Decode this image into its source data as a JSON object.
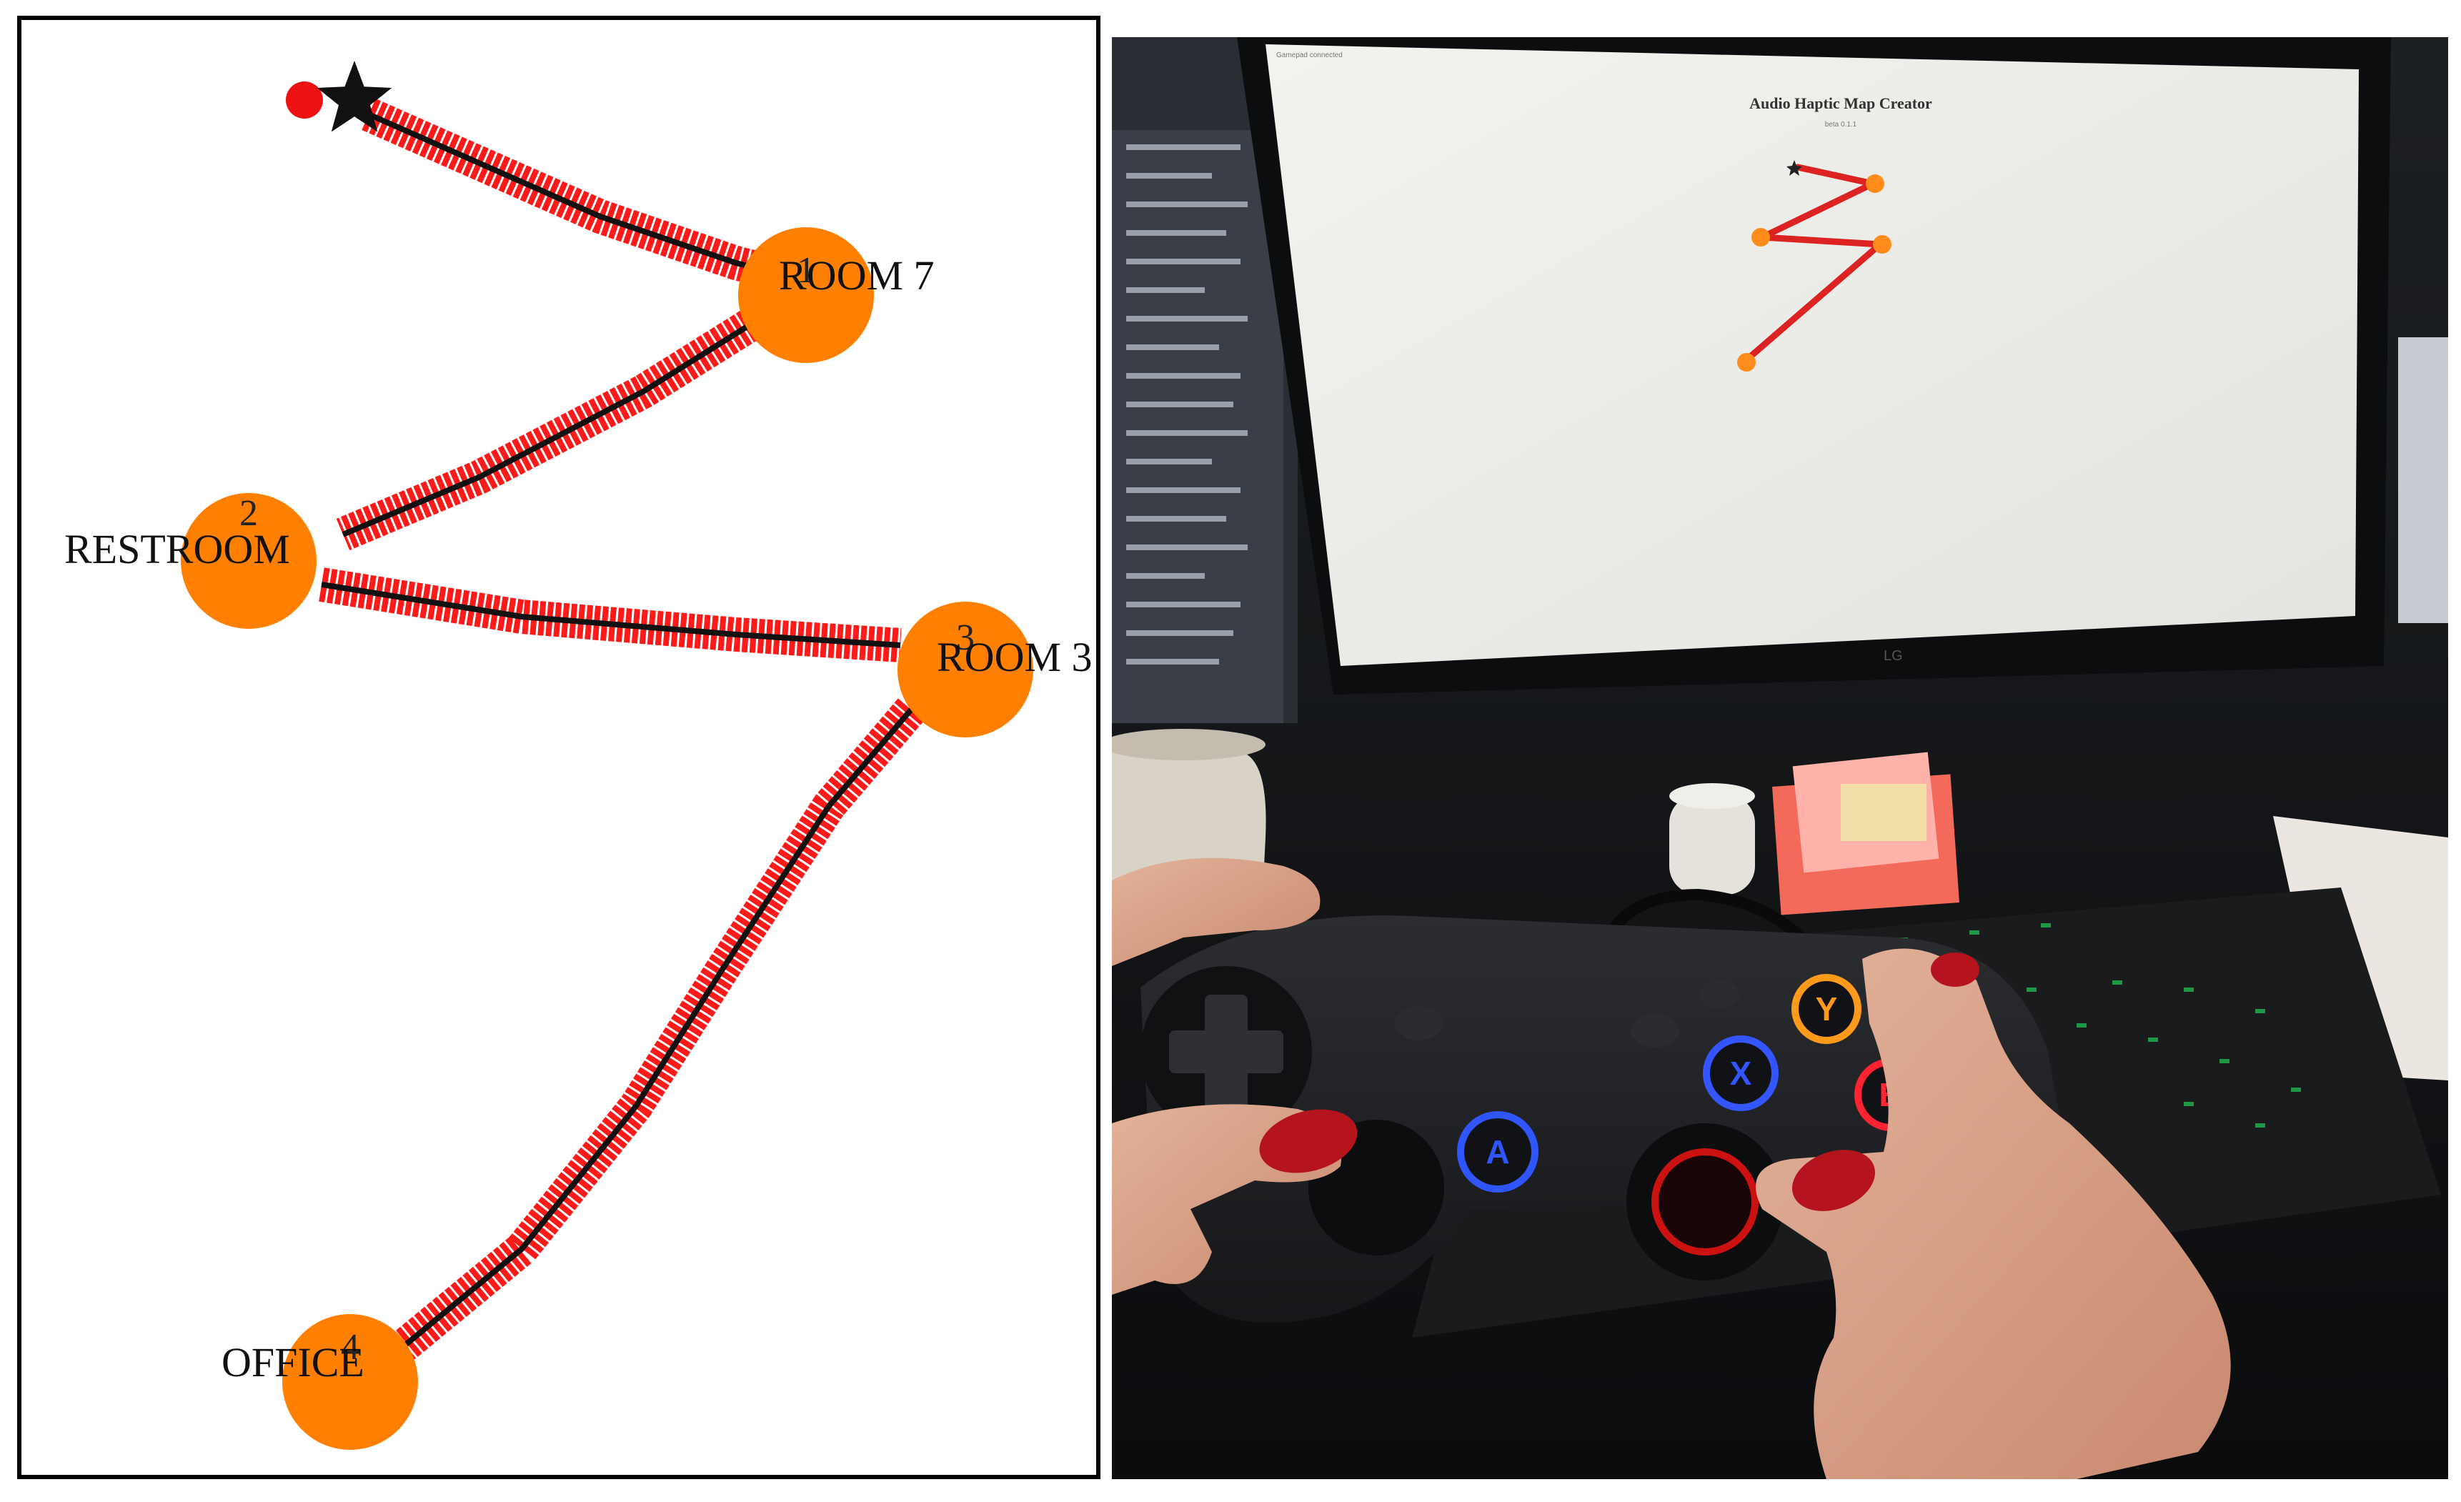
{
  "map": {
    "nodes": [
      {
        "number": "1",
        "label": "ROOM 7"
      },
      {
        "number": "2",
        "label": "RESTROOM"
      },
      {
        "number": "3",
        "label": "ROOM 3"
      },
      {
        "number": "4",
        "label": "OFFICE"
      }
    ],
    "colors": {
      "path_outer": "#ff1a1a",
      "path_inner": "#111111",
      "node_fill": "#ff8000",
      "start_dot": "#ee1111",
      "star": "#111111"
    }
  },
  "photo": {
    "screen": {
      "title": "Audio Haptic Map Creator",
      "subtitle": "beta 0.1.1",
      "header": "Gamepad connected"
    },
    "monitor_brand": "LG",
    "gamepad_buttons": [
      {
        "letter": "Y",
        "color": "#ff9a1a"
      },
      {
        "letter": "X",
        "color": "#3355ff"
      },
      {
        "letter": "B",
        "color": "#ff2233"
      },
      {
        "letter": "A",
        "color": "#2f55ff"
      }
    ]
  }
}
